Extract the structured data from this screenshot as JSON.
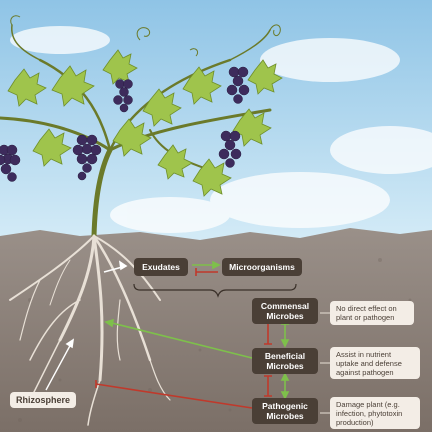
{
  "labels": {
    "exudates": "Exudates",
    "microorganisms": "Microorganisms",
    "commensal": "Commensal Microbes",
    "beneficial": "Beneficial Microbes",
    "pathogenic": "Pathogenic Microbes",
    "rhizosphere": "Rhizosphere"
  },
  "notes": {
    "commensal": "No direct effect on plant or pathogen",
    "beneficial": "Assist in nutrient uptake and defense against pathogen",
    "pathogenic": "Damage plant (e.g. infection, phytotoxin production)"
  },
  "colors": {
    "sky": "#a9d3ec",
    "soil": "#8b8079",
    "label_bg": "#4a3f36",
    "note_bg": "#f3ede6",
    "promote": "#7ec04b",
    "inhibit": "#c0392b",
    "leaf": "#9fc44c",
    "grape": "#3d2b5c"
  }
}
